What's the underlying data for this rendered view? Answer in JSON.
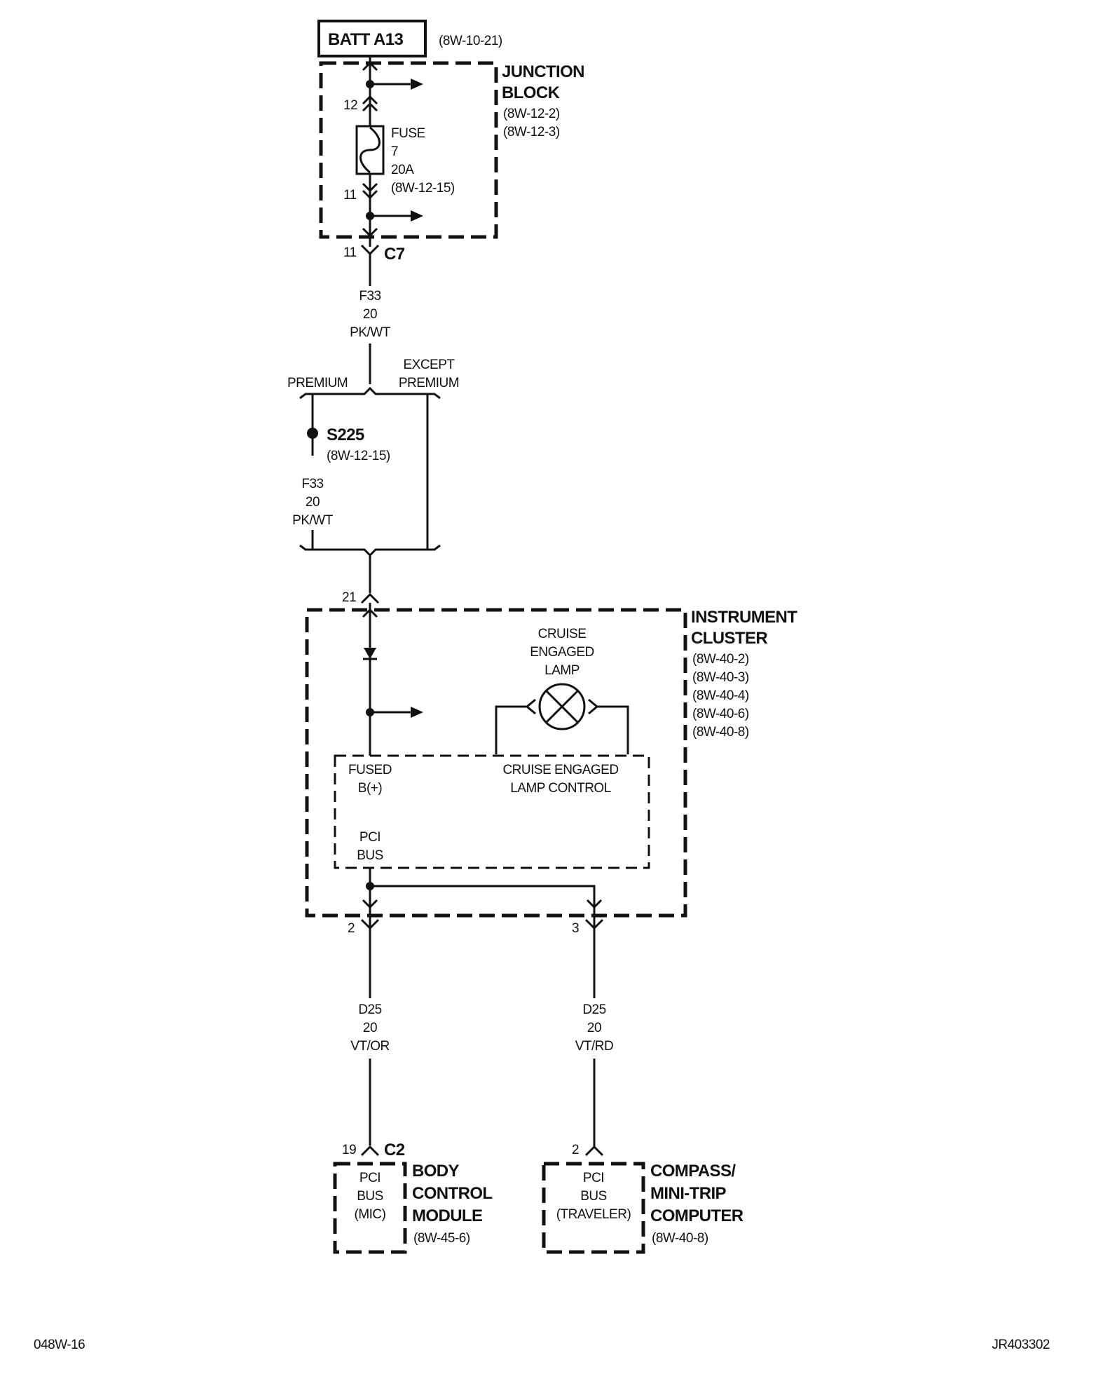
{
  "battery": {
    "label": "BATT A13",
    "ref": "(8W-10-21)"
  },
  "junction_block": {
    "name_line1": "JUNCTION",
    "name_line2": "BLOCK",
    "ref1": "(8W-12-2)",
    "ref2": "(8W-12-3)",
    "pin_in": "12",
    "pin_out": "11",
    "fuse": {
      "label": "FUSE",
      "number": "7",
      "rating": "20A",
      "ref": "(8W-12-15)"
    }
  },
  "connector_c7": {
    "pin": "11",
    "name": "C7"
  },
  "wire_f33_top": {
    "circuit": "F33",
    "gauge": "20",
    "color": "PK/WT"
  },
  "options": {
    "premium": "PREMIUM",
    "except_line1": "EXCEPT",
    "except_line2": "PREMIUM"
  },
  "splice": {
    "name": "S225",
    "ref": "(8W-12-15)"
  },
  "wire_f33_mid": {
    "circuit": "F33",
    "gauge": "20",
    "color": "PK/WT"
  },
  "instrument_cluster": {
    "pin_in": "21",
    "name_line1": "INSTRUMENT",
    "name_line2": "CLUSTER",
    "refs": [
      "(8W-40-2)",
      "(8W-40-3)",
      "(8W-40-4)",
      "(8W-40-6)",
      "(8W-40-8)"
    ],
    "lamp": {
      "line1": "CRUISE",
      "line2": "ENGAGED",
      "line3": "LAMP"
    },
    "fused_b_line1": "FUSED",
    "fused_b_line2": "B(+)",
    "lamp_control_line1": "CRUISE ENGAGED",
    "lamp_control_line2": "LAMP CONTROL",
    "pci_line1": "PCI",
    "pci_line2": "BUS",
    "pin_out_left": "2",
    "pin_out_right": "3"
  },
  "wire_d25_left": {
    "circuit": "D25",
    "gauge": "20",
    "color": "VT/OR"
  },
  "wire_d25_right": {
    "circuit": "D25",
    "gauge": "20",
    "color": "VT/RD"
  },
  "body_control_module": {
    "pin": "19",
    "connector": "C2",
    "pci_line1": "PCI",
    "pci_line2": "BUS",
    "pci_line3": "(MIC)",
    "name_line1": "BODY",
    "name_line2": "CONTROL",
    "name_line3": "MODULE",
    "ref": "(8W-45-6)"
  },
  "compass_computer": {
    "pin": "2",
    "pci_line1": "PCI",
    "pci_line2": "BUS",
    "pci_line3": "(TRAVELER)",
    "name_line1": "COMPASS/",
    "name_line2": "MINI-TRIP",
    "name_line3": "COMPUTER",
    "ref": "(8W-40-8)"
  },
  "footer": {
    "left_code": "048W-16",
    "right_code": "JR403302"
  }
}
